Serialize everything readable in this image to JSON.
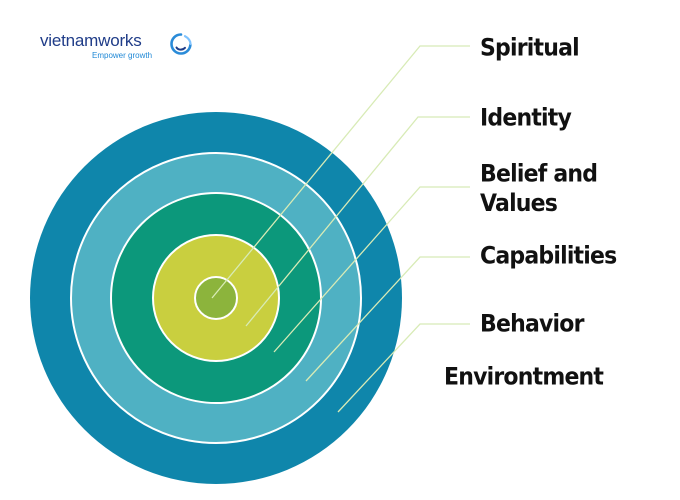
{
  "logo": {
    "wordmark": "vietnamworks",
    "tagline": "Empower growth",
    "mark_icon": "swirl-logo-icon",
    "colors": {
      "wordmark": "#1f3c88",
      "tagline": "#1f88d6",
      "mark": "#2a8bd8"
    }
  },
  "levels": [
    {
      "id": "spiritual",
      "label": "Spiritual",
      "ring_color": "#8cb43c"
    },
    {
      "id": "identity",
      "label": "Identity",
      "ring_color": "#c9cf3f"
    },
    {
      "id": "belief",
      "label": "Belief and Values",
      "ring_color": "#0c987b"
    },
    {
      "id": "capabilities",
      "label": "Capabilities",
      "ring_color": "#4fb1c3"
    },
    {
      "id": "behavior",
      "label": "Behavior",
      "ring_color": "#0f86ab"
    },
    {
      "id": "environment",
      "label": "Environtment",
      "ring_color": "#0f86ab"
    }
  ],
  "colors": {
    "ring_stroke": "#ffffff",
    "connector_line": "#d8ebb6",
    "label_text": "#111111"
  }
}
